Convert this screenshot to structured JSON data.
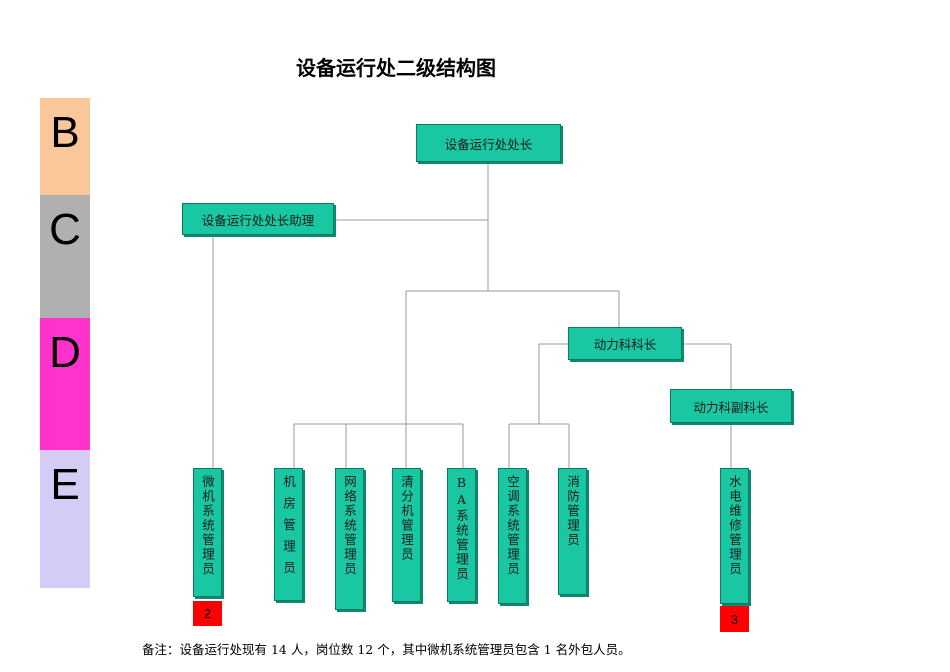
{
  "title": "设备运行处二级结构图",
  "bands": [
    {
      "letter": "B",
      "color": "#f9c79a"
    },
    {
      "letter": "C",
      "color": "#b0b0b0"
    },
    {
      "letter": "D",
      "color": "#ff33cc"
    },
    {
      "letter": "E",
      "color": "#d4ccf5"
    }
  ],
  "nodes": {
    "head": "设备运行处处长",
    "assistant": "设备运行处处长助理",
    "power_section_chief": "动力科科长",
    "power_section_deputy": "动力科副科长",
    "staff": [
      "微机系统管理员",
      "机房管理员",
      "网络系统管理员",
      "清分机管理员",
      "BA系统管理员",
      "空调系统管理员",
      "消防管理员",
      "水电维修管理员"
    ]
  },
  "headcounts": {
    "microcomputer": "2",
    "utility": "3"
  },
  "colors": {
    "node_fill": "#19c7a2",
    "node_border": "#0b7a62",
    "badge": "#ff0000",
    "connector": "#9a9a9a"
  },
  "note": "备注：设备运行处现有 14 人，岗位数 12 个，其中微机系统管理员包含 1 名外包人员。"
}
